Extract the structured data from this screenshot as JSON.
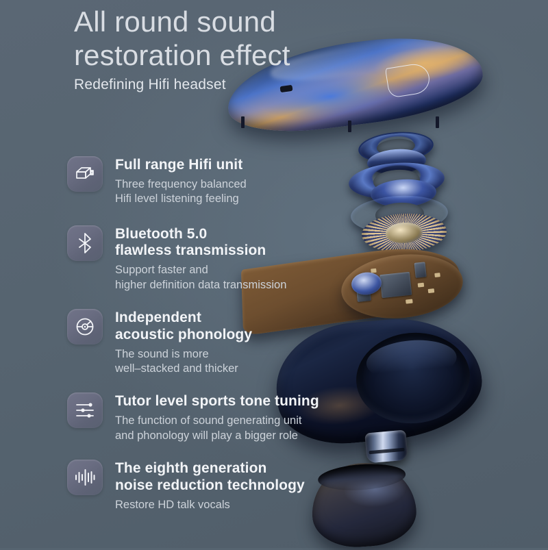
{
  "background_color": "#566470",
  "header": {
    "headline_line1": "All round sound",
    "headline_line2": "restoration effect",
    "subheadline": "Redefining Hifi headset"
  },
  "features": [
    {
      "icon": "speaker-driver-box-icon",
      "title": "Full range Hifi unit",
      "desc_line1": "Three frequency balanced",
      "desc_line2": "Hifi level listening feeling"
    },
    {
      "icon": "bluetooth-icon",
      "title_line1": "Bluetooth 5.0",
      "title_line2": "flawless transmission",
      "desc_line1": "Support faster and",
      "desc_line2": "higher definition data transmission"
    },
    {
      "icon": "disc-icon",
      "title_line1": "Independent",
      "title_line2": "acoustic phonology",
      "desc_line1": "The sound is more",
      "desc_line2": "well–stacked  and thicker"
    },
    {
      "icon": "equalizer-sliders-icon",
      "title": "Tutor level sports tone tuning",
      "desc_line1": "The function of sound generating unit",
      "desc_line2": "and phonology will play a bigger role"
    },
    {
      "icon": "sound-wave-icon",
      "title_line1": "The eighth generation",
      "title_line2": "noise reduction technology",
      "desc_line1": "Restore HD talk vocals"
    }
  ],
  "product_image": {
    "name": "exploded-view-earphone",
    "parts": [
      "outer-shell-teardrop",
      "driver-rings-stack",
      "voice-coil-driver",
      "circuit-board",
      "housing-body",
      "metal-nozzle",
      "silicone-ear-tip"
    ]
  },
  "colors": {
    "background": "#566470",
    "headline_text": "#d9dde3",
    "title_text": "#f2f4f7",
    "desc_text": "#cdd3da",
    "icon_tile": "#6a6d82",
    "product_accent_blue": "#4d74c8",
    "product_accent_gold": "#caa06a"
  }
}
